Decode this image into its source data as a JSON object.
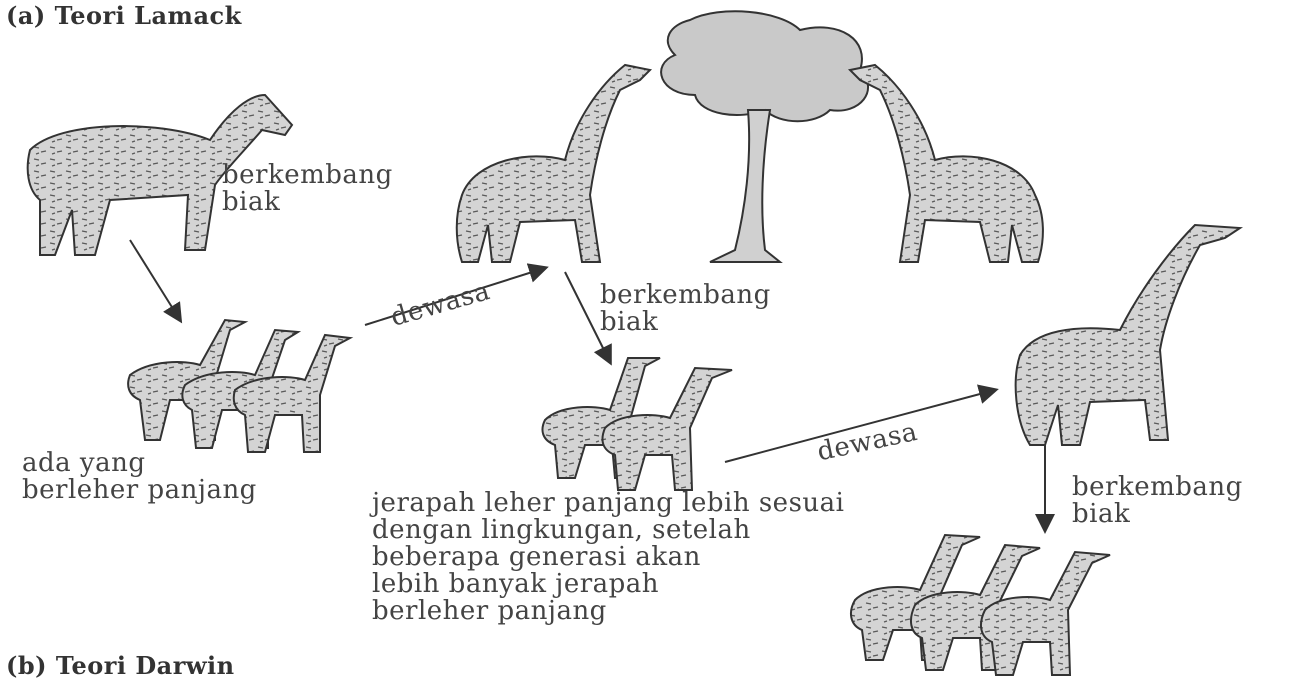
{
  "titles": {
    "lamarck": "(a) Teori Lamack",
    "darwin": "(b) Teori Darwin"
  },
  "labels": {
    "lamarck_breed": "berkembang\nbiak",
    "adult_1": "dewasa",
    "lamarck_offspring": "ada yang\nberleher panjang",
    "center_breed": "berkembang\nbiak",
    "adult_2": "dewasa",
    "darwin_caption": "jerapah leher panjang lebih sesuai\ndengan lingkungan, setelah\nbeberapa generasi akan\nlebih banyak jerapah\nberleher panjang",
    "right_breed": "berkembang\nbiak"
  }
}
